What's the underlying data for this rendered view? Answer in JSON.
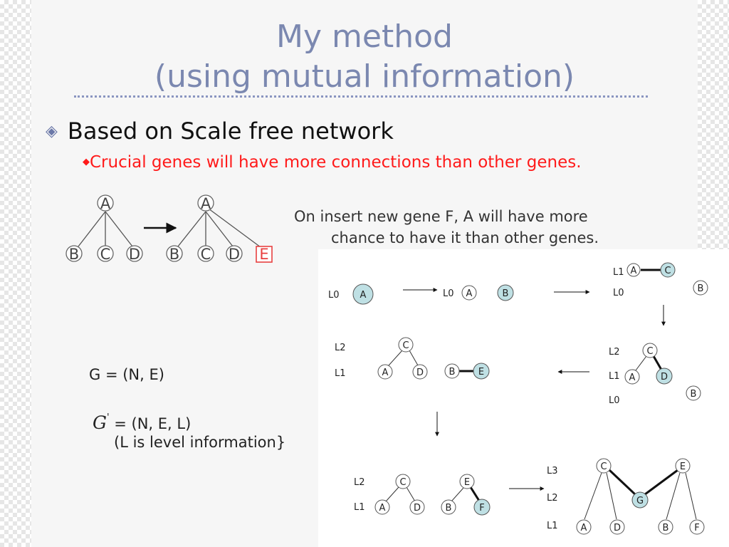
{
  "title": {
    "line1": "My method",
    "line2": "(using mutual information)"
  },
  "bullets": {
    "main": "Based on Scale free network",
    "sub": "Crucial genes will have more connections than other genes."
  },
  "caption": {
    "line1": "On insert new gene F, A will have more",
    "line2": "chance to have it than other genes."
  },
  "formulas": {
    "g_eq": "G = (N, E)",
    "g_prime_symbol": "G",
    "g_prime_mark": "'",
    "g_prime_rest": "= (N, E, L)",
    "level_note": "(L is level information}"
  },
  "nodes": {
    "A": "A",
    "B": "B",
    "C": "C",
    "D": "D",
    "E": "E",
    "F": "F",
    "G": "G"
  },
  "levels": {
    "L0": "L0",
    "L1": "L1",
    "L2": "L2",
    "L3": "L3"
  },
  "colors": {
    "title": "#7b88b0",
    "sub_bullet": "#ff1a1a",
    "highlight_node": "#bfe0e4",
    "new_node_border": "#e84040"
  }
}
